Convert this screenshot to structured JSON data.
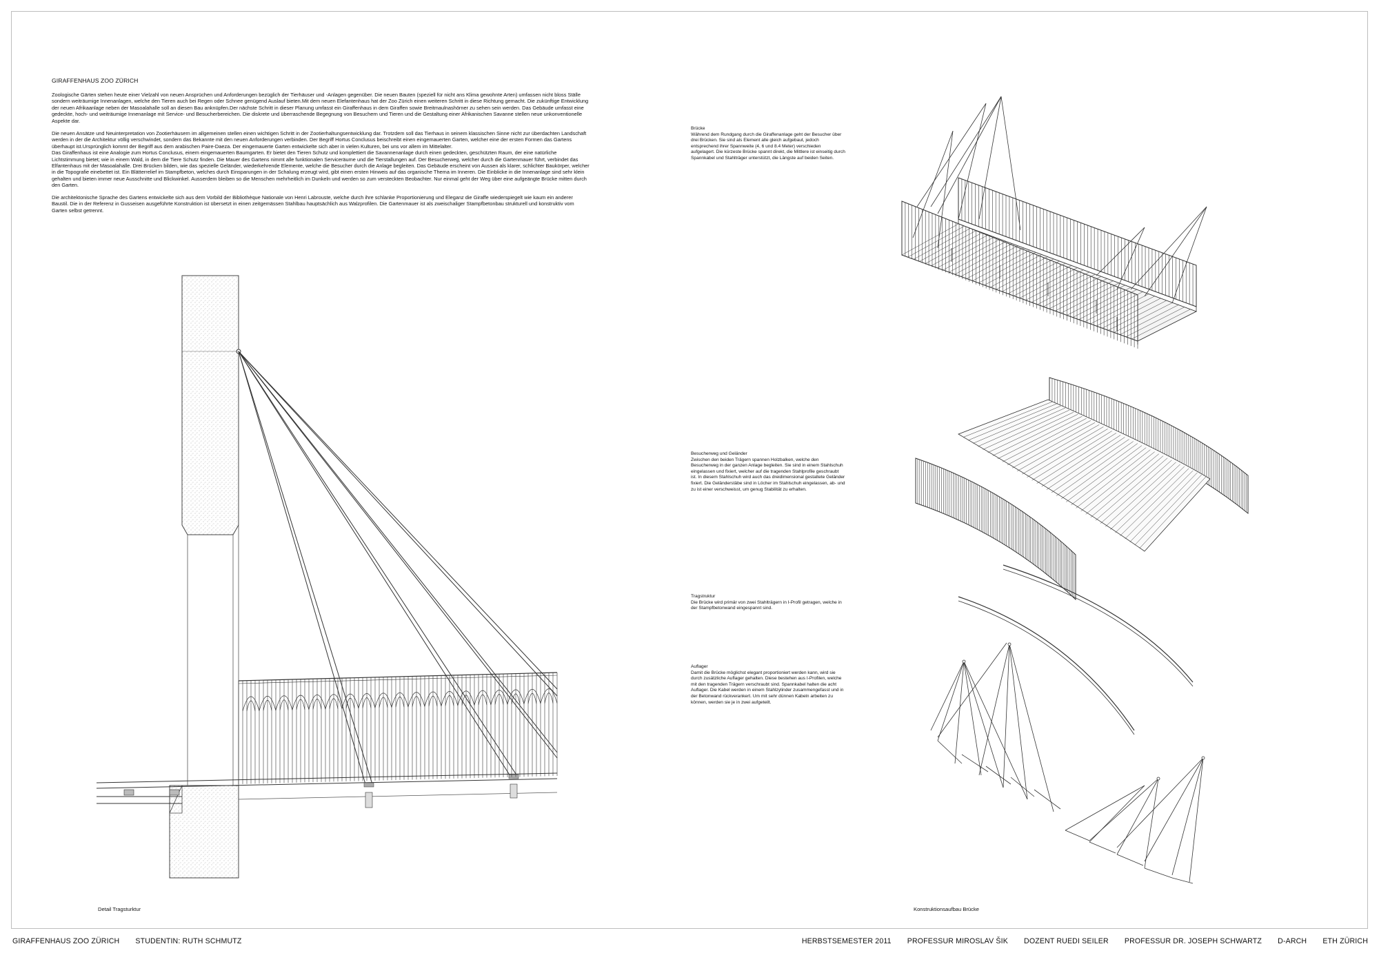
{
  "title": "GIRAFFENHAUS ZOO ZÜRICH",
  "intro": {
    "p1": "Zoologische Gärten stehen heute einer Vielzahl von neuen Ansprüchen und Anforderungen bezüglich der Tierhäuser und -Anlagen gegenüber. Die neuen Bauten (speziell für nicht ans Klima gewohnte Arten) umfassen nicht bloss Ställe sondern weiträumige Innenanlagen, welche den Tieren auch bei Regen oder Schnee genügend Auslauf bieten.Mit dem neuen Elefantenhaus hat der Zoo Zürich einen weiteren Schritt in diese Richtung gemacht. Die zukünftige Entwicklung der neuen Afrikaanlage neben der Masoalahalle soll an diesen Bau anknüpfen.Der nächste Schritt in dieser Planung umfasst ein Giraffenhaus in dem Giraffen sowie Breitmaulnashörner zu sehen sein werden. Das Gebäude umfasst eine gedeckte, hoch- und weiträumige Innenanlage mit Service- und Besucherbereichen. Die diskrete und überraschende Begegnung von Besuchern und Tieren  und die Gestaltung einer Afrikanischen Savanne stellen neue unkonventionelle Aspekte dar.",
    "p2": "Die neuen Ansätze und Neuinterpretation von Zootierhäusern im allgemeinen stellen einen wichtigen Schritt in der Zootierhaltungsentwicklung dar. Trotzdem soll das Tierhaus in seinem klassischen Sinne nicht zur überdachten Landschaft werden in der die Architektur völlig verschwindet, sondern das Bekannte mit den neuen Anforderungen verbinden. Der Begriff Hortus Conclusus beischreibt einen eingemauerten Garten, welcher eine der ersten Formen das Gartens überhaupt ist.Ursprünglich kommt der Begriff aus dem arabischen Paire-Daeza. Der eingemauerte Garten entwickelte sich aber in vielen Kulturen, bei uns vor allem im Mittelalter.",
    "p3": "Das Giraffenhaus ist eine Analogie zum Hortus Conclusus, einem eingemauerten Baumgarten. Er bietet den Tieren Schutz und komplettiert die Savannenanlage durch einen gedeckten, geschützten Raum, der eine natürliche Lichtstimmung bietet; wie in einem Wald, in dem die Tiere Schutz finden. Die Mauer des Gartens nimmt alle funktionalen Serviceräume und die Tierstallungen auf. Der Besucherweg, welcher durch die Gartenmauer führt, verbindet das Elfantenhaus mit der Masoalahalle. Drei Brücken bilden, wie das spezielle Geländer, wiederkehrende Elemente, welche die Besucher durch die Anlage begleiten. Das Gebäude erscheint von Aussen als klarer, schlichter Baukörper, welcher in die Topografie einebettet ist. Ein Blätterrelief im Stampfbeton, welches durch Einsparungen in der Schalung erzeugt wird, gibt einen ersten Hinweis auf das organische Thema im Inneren. Die Einblicke in die Innenanlage sind sehr klein gehalten und bieten immer neue Ausschnitte und Blickwinkel. Ausserdem bleiben so die Menschen mehrheitlich im Dunkeln und werden so zum versteckten Beobachter. Nur einmal geht der Weg über eine aufgeängte Brücke mitten durch den Garten.",
    "p4": "Die architektonische Sprache des Gartens entwickelte sich aus dem Vorbild der Bibliothèque Nationale von Henri Labrouste, welche durch ihre schlanke Proportionierung und Eleganz die Giraffe wiederspiegelt wie kaum ein anderer Baustil. Die in der Referenz in Gusseisen ausgeführte Konstruktion ist übersetzt in einen zeitgemässen Stahlbau hauptsächlich aus Walzprofilen. Die Gartenmauer ist als zweischaliger Stampfbetonbau strukturell und konstruktiv vom Garten selbst getrennt."
  },
  "annotations": {
    "bruecke": {
      "heading": "Brücke",
      "text": "Während dem Rundgang durch die Giraffenanlage geht der Besucher über drei Brücken. Sie sind als Element alle gleich aufgebaut, jedoch entsprechend ihrer Spannweite (4, 6 und 8.4 Meter) verschieden aufgelagert. Die kürzeste Brücke spannt direkt, die Mittlere ist einseitig durch Spannkabel und Stahlträger unterstützt, die Längste auf beiden Seiten."
    },
    "besucherweg": {
      "heading": "Besucherweg und Geländer",
      "text": "Zwischen den beiden Trägern spannen Holzbalken, welche den Besucherweg in der ganzen Anlage begleiten. Sie sind in einem Stahlschuh eingelassen und fixiert, welcher auf die tragenden Stahlprofile geschraubt ist. In diesem Stahlschuh wird auch das dreidimensional gestaltete Geländer fixiert. Die Geländerstäbe sind in Löcher im Stahlschuh eingelassen, ab- und zu ist einer verschweisst, um genug Stabilität zu erhalten."
    },
    "tragstruktur": {
      "heading": "Tragstruktur",
      "text": "Die Brücke wird primär von zwei Stahlträgern in I-Profil getragen, welche in der Stampfbetonwand eingespannt sind."
    },
    "auflager": {
      "heading": "Auflager",
      "text": "Damit die Brücke möglichst elegant proportioniert werden kann, wird sie durch zusätzliche Auflager gehalten. Diese bestehen aus I-Profilen, welche mit den tragenden Trägern verschraubt sind. Spannkabel halten die acht Auflager. Die Kabel werden in einem Stahlzylinder zusammengefasst und in der Betonwand rückverankert. Um mit sehr dünnen Kabeln arbeiten zu können, werden sie je in zwei aufgeteilt."
    }
  },
  "captions": {
    "detail": "Detail Tragsturktur",
    "konstruktion": "Konstruktionsaufbau Brücke"
  },
  "footer": {
    "left": [
      "GIRAFFENHAUS ZOO ZÜRICH",
      "STUDENTIN: RUTH SCHMUTZ"
    ],
    "right": [
      "HERBSTSEMESTER 2011",
      "PROFESSUR MIROSLAV ŠIK",
      "DOZENT RUEDI SEILER",
      "PROFESSUR DR. JOSEPH SCHWARTZ",
      "D-ARCH",
      "ETH ZÜRICH"
    ]
  }
}
